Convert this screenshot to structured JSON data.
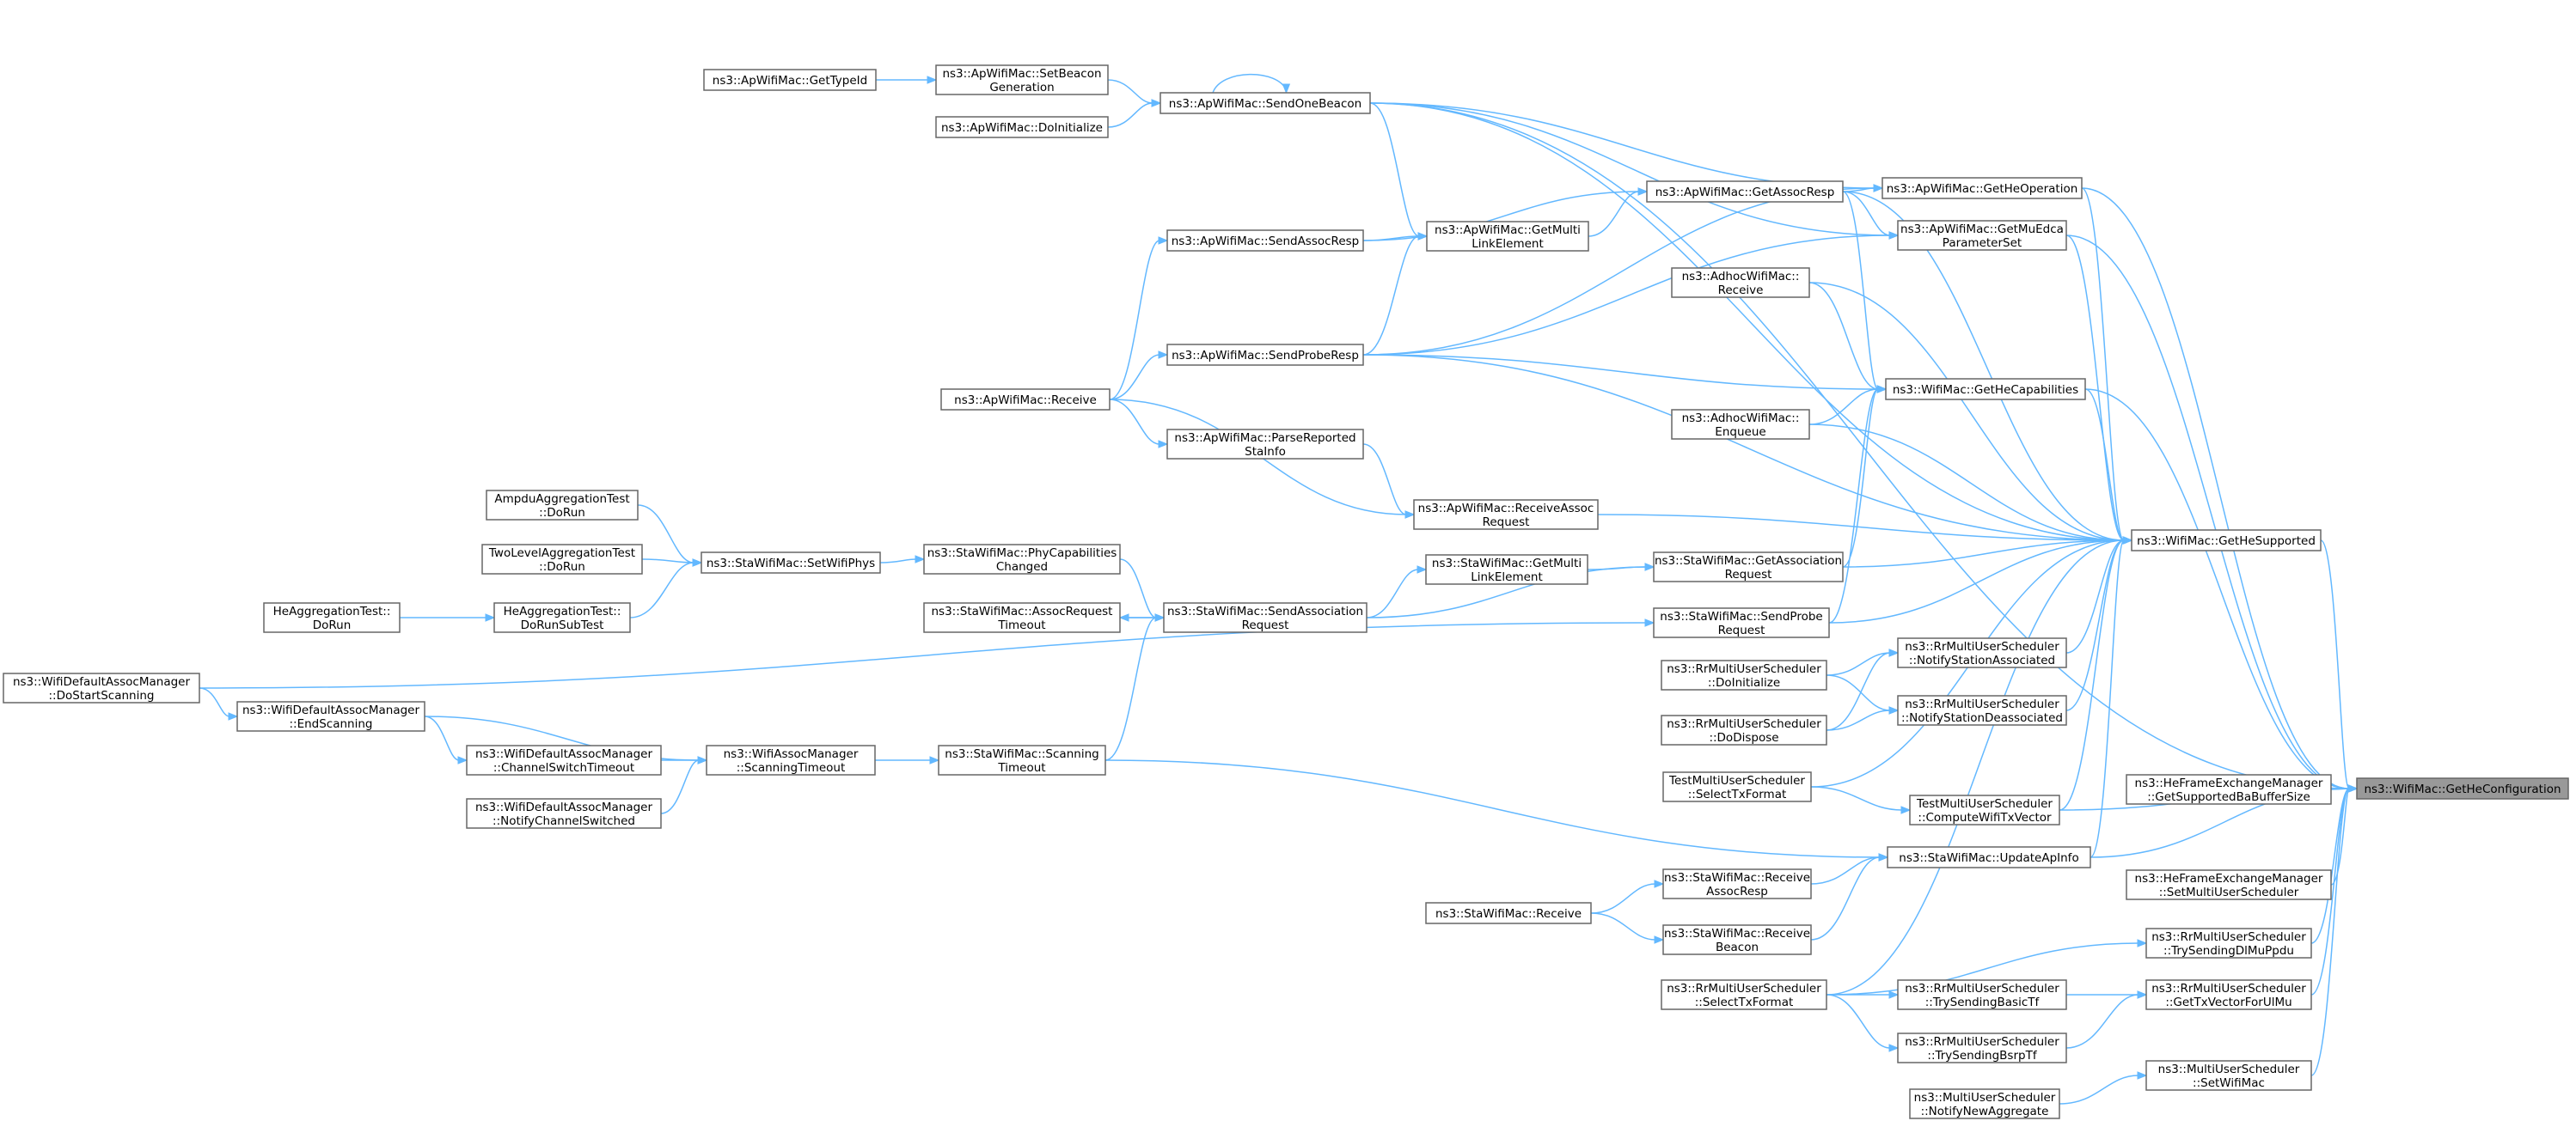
{
  "colors": {
    "edge": "#63b8ff",
    "node_border": "#666666",
    "root_fill": "#999999",
    "node_fill": "#ffffff"
  },
  "nodes": [
    {
      "id": "root",
      "lines": [
        "ns3::WifiMac::GetHeConfiguration"
      ],
      "root": true
    },
    {
      "id": "getHeSupported",
      "lines": [
        "ns3::WifiMac::GetHeSupported"
      ]
    },
    {
      "id": "heFemGetBa",
      "lines": [
        "ns3::HeFrameExchangeManager",
        "::GetSupportedBaBufferSize"
      ]
    },
    {
      "id": "heFemSetMus",
      "lines": [
        "ns3::HeFrameExchangeManager",
        "::SetMultiUserScheduler"
      ]
    },
    {
      "id": "rrTrySendDl",
      "lines": [
        "ns3::RrMultiUserScheduler",
        "::TrySendingDlMuPpdu"
      ]
    },
    {
      "id": "rrGetTxVecUl",
      "lines": [
        "ns3::RrMultiUserScheduler",
        "::GetTxVectorForUlMu"
      ]
    },
    {
      "id": "musSetWifiMac",
      "lines": [
        "ns3::MultiUserScheduler",
        "::SetWifiMac"
      ]
    },
    {
      "id": "apGetHeOp",
      "lines": [
        "ns3::ApWifiMac::GetHeOperation"
      ]
    },
    {
      "id": "apGetMuEdca",
      "lines": [
        "ns3::ApWifiMac::GetMuEdca",
        "ParameterSet"
      ]
    },
    {
      "id": "getHeCap",
      "lines": [
        "ns3::WifiMac::GetHeCapabilities"
      ]
    },
    {
      "id": "apGetAssocResp",
      "lines": [
        "ns3::ApWifiMac::GetAssocResp"
      ]
    },
    {
      "id": "adhocReceive",
      "lines": [
        "ns3::AdhocWifiMac::",
        "Receive"
      ]
    },
    {
      "id": "adhocEnqueue",
      "lines": [
        "ns3::AdhocWifiMac::",
        "Enqueue"
      ]
    },
    {
      "id": "staGetAssocReq",
      "lines": [
        "ns3::StaWifiMac::GetAssociation",
        "Request"
      ]
    },
    {
      "id": "staSendProbe",
      "lines": [
        "ns3::StaWifiMac::SendProbe",
        "Request"
      ]
    },
    {
      "id": "rrNotifyAssoc",
      "lines": [
        "ns3::RrMultiUserScheduler",
        "::NotifyStationAssociated"
      ]
    },
    {
      "id": "rrNotifyDeassoc",
      "lines": [
        "ns3::RrMultiUserScheduler",
        "::NotifyStationDeassociated"
      ]
    },
    {
      "id": "rrDoInit",
      "lines": [
        "ns3::RrMultiUserScheduler",
        "::DoInitialize"
      ]
    },
    {
      "id": "rrDoDispose",
      "lines": [
        "ns3::RrMultiUserScheduler",
        "::DoDispose"
      ]
    },
    {
      "id": "testSelectTx",
      "lines": [
        "TestMultiUserScheduler",
        "::SelectTxFormat"
      ]
    },
    {
      "id": "testComputeTx",
      "lines": [
        "TestMultiUserScheduler",
        "::ComputeWifiTxVector"
      ]
    },
    {
      "id": "staUpdateAp",
      "lines": [
        "ns3::StaWifiMac::UpdateApInfo"
      ]
    },
    {
      "id": "staRecvAssocResp",
      "lines": [
        "ns3::StaWifiMac::Receive",
        "AssocResp"
      ]
    },
    {
      "id": "staRecvBeacon",
      "lines": [
        "ns3::StaWifiMac::Receive",
        "Beacon"
      ]
    },
    {
      "id": "staReceive",
      "lines": [
        "ns3::StaWifiMac::Receive"
      ]
    },
    {
      "id": "rrSelectTx",
      "lines": [
        "ns3::RrMultiUserScheduler",
        "::SelectTxFormat"
      ]
    },
    {
      "id": "rrTryBasicTf",
      "lines": [
        "ns3::RrMultiUserScheduler",
        "::TrySendingBasicTf"
      ]
    },
    {
      "id": "rrTryBsrpTf",
      "lines": [
        "ns3::RrMultiUserScheduler",
        "::TrySendingBsrpTf"
      ]
    },
    {
      "id": "musNotifyAgg",
      "lines": [
        "ns3::MultiUserScheduler",
        "::NotifyNewAggregate"
      ]
    },
    {
      "id": "apGetMultiLink",
      "lines": [
        "ns3::ApWifiMac::GetMulti",
        "LinkElement"
      ]
    },
    {
      "id": "apRecvAssocReq",
      "lines": [
        "ns3::ApWifiMac::ReceiveAssoc",
        "Request"
      ]
    },
    {
      "id": "staGetMultiLink",
      "lines": [
        "ns3::StaWifiMac::GetMulti",
        "LinkElement"
      ]
    },
    {
      "id": "apSendOneBeacon",
      "lines": [
        "ns3::ApWifiMac::SendOneBeacon"
      ]
    },
    {
      "id": "apSendAssocResp",
      "lines": [
        "ns3::ApWifiMac::SendAssocResp"
      ]
    },
    {
      "id": "apSendProbeResp",
      "lines": [
        "ns3::ApWifiMac::SendProbeResp"
      ]
    },
    {
      "id": "apParseReported",
      "lines": [
        "ns3::ApWifiMac::ParseReported",
        "StaInfo"
      ]
    },
    {
      "id": "apReceive",
      "lines": [
        "ns3::ApWifiMac::Receive"
      ]
    },
    {
      "id": "apSetBeaconGen",
      "lines": [
        "ns3::ApWifiMac::SetBeacon",
        "Generation"
      ]
    },
    {
      "id": "apDoInit",
      "lines": [
        "ns3::ApWifiMac::DoInitialize"
      ]
    },
    {
      "id": "apGetTypeId",
      "lines": [
        "ns3::ApWifiMac::GetTypeId"
      ]
    },
    {
      "id": "staSendAssocReq",
      "lines": [
        "ns3::StaWifiMac::SendAssociation",
        "Request"
      ]
    },
    {
      "id": "staPhyCapChanged",
      "lines": [
        "ns3::StaWifiMac::PhyCapabilities",
        "Changed"
      ]
    },
    {
      "id": "staAssocReqTimeout",
      "lines": [
        "ns3::StaWifiMac::AssocRequest",
        "Timeout"
      ]
    },
    {
      "id": "staScanTimeout",
      "lines": [
        "ns3::StaWifiMac::Scanning",
        "Timeout"
      ]
    },
    {
      "id": "staSetWifiPhys",
      "lines": [
        "ns3::StaWifiMac::SetWifiPhys"
      ]
    },
    {
      "id": "ampduTest",
      "lines": [
        "AmpduAggregationTest",
        "::DoRun"
      ]
    },
    {
      "id": "twoLevelTest",
      "lines": [
        "TwoLevelAggregationTest",
        "::DoRun"
      ]
    },
    {
      "id": "heAggSubTest",
      "lines": [
        "HeAggregationTest::",
        "DoRunSubTest"
      ]
    },
    {
      "id": "heAggDoRun",
      "lines": [
        "HeAggregationTest::",
        "DoRun"
      ]
    },
    {
      "id": "wamScanTimeout",
      "lines": [
        "ns3::WifiAssocManager",
        "::ScanningTimeout"
      ]
    },
    {
      "id": "wdamEndScan",
      "lines": [
        "ns3::WifiDefaultAssocManager",
        "::EndScanning"
      ]
    },
    {
      "id": "wdamChanSwitchTimeout",
      "lines": [
        "ns3::WifiDefaultAssocManager",
        "::ChannelSwitchTimeout"
      ]
    },
    {
      "id": "wdamNotifyChan",
      "lines": [
        "ns3::WifiDefaultAssocManager",
        "::NotifyChannelSwitched"
      ]
    },
    {
      "id": "wdamDoStartScan",
      "lines": [
        "ns3::WifiDefaultAssocManager",
        "::DoStartScanning"
      ]
    }
  ]
}
